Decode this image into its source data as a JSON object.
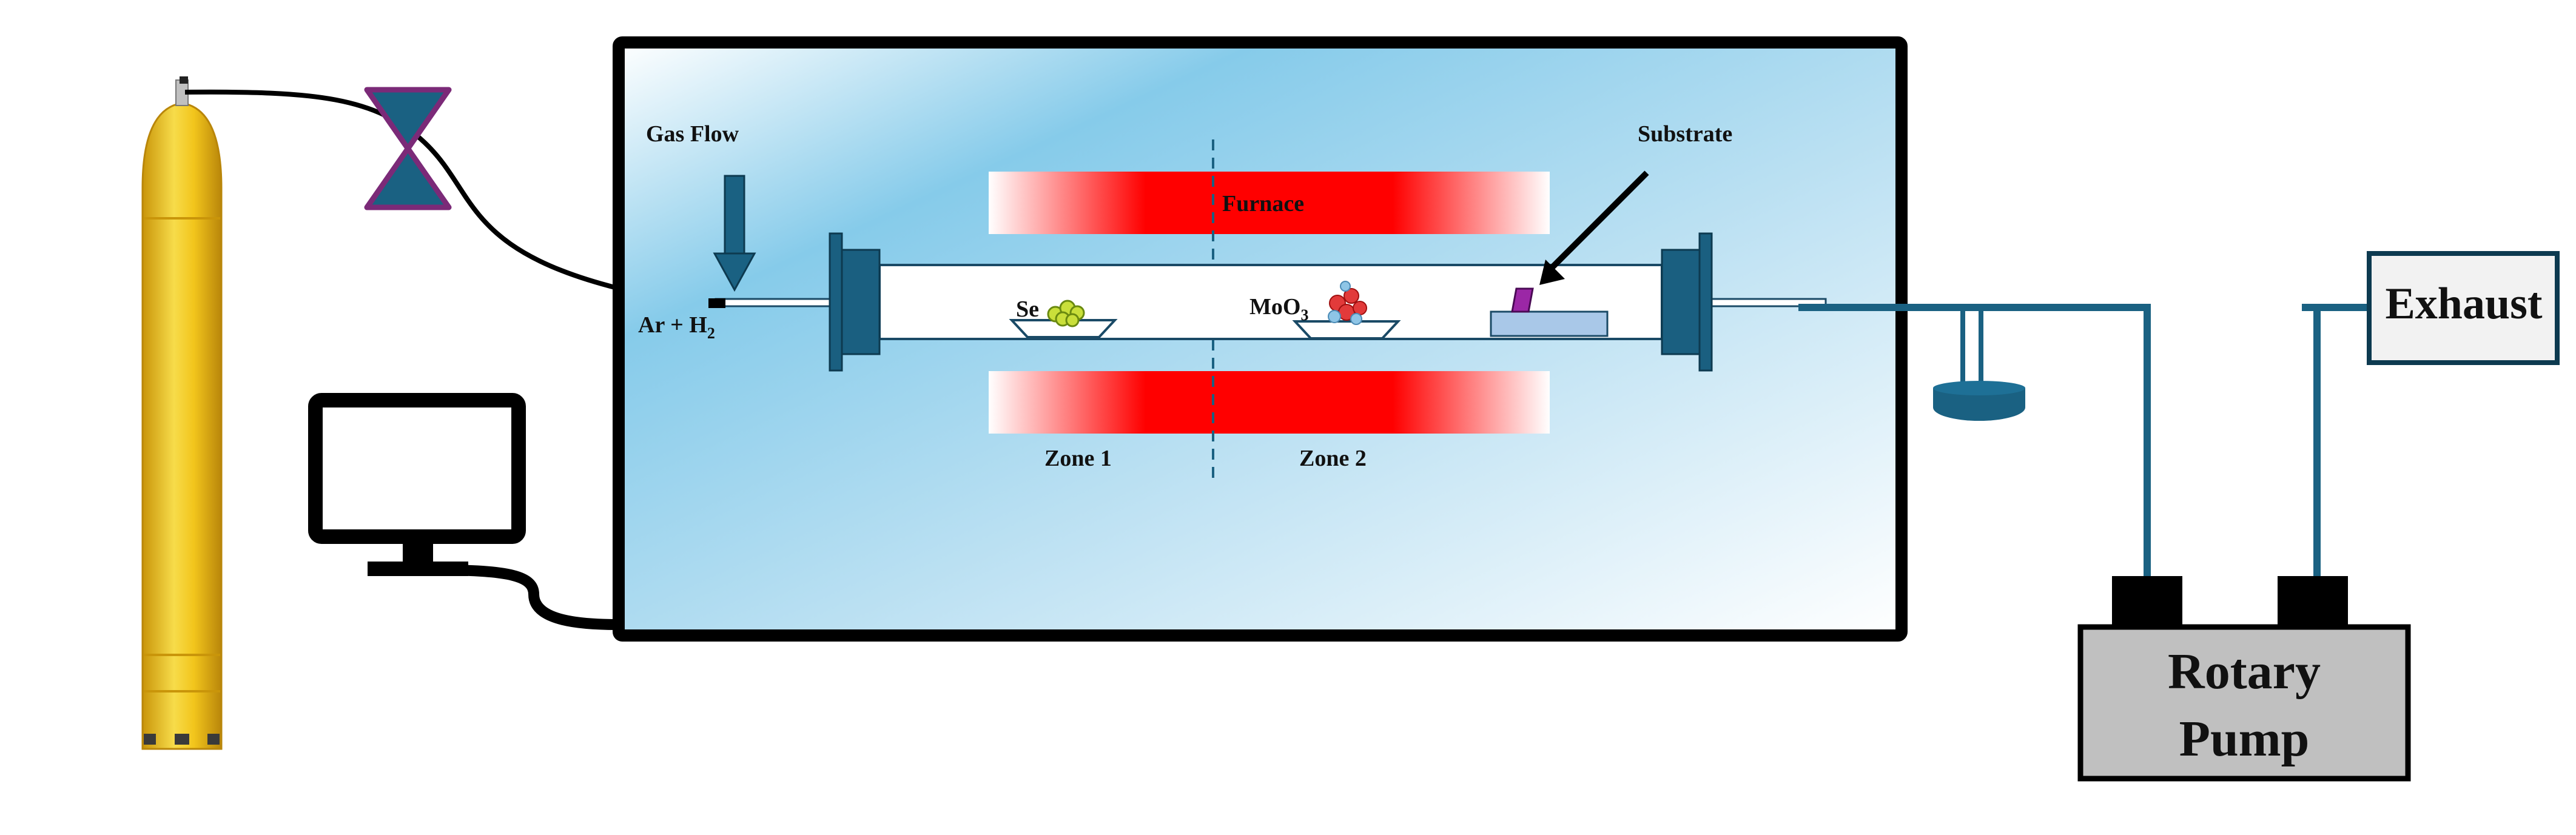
{
  "labels": {
    "gas_flow": "Gas Flow",
    "ar_h2": "Ar + H",
    "ar_h2_sub": "2",
    "furnace": "Furnace",
    "substrate": "Substrate",
    "se": "Se",
    "moo3": "MoO",
    "moo3_sub": "3",
    "zone1": "Zone 1",
    "zone2": "Zone 2",
    "exhaust": "Exhaust",
    "pump_line1": "Rotary",
    "pump_line2": "Pump"
  },
  "colors": {
    "pipe": "#1a6182",
    "flange": "#1a5f80",
    "heater_hot": "#ff0000",
    "cylinder": "#f2c51c",
    "valve_fill": "#1a6182",
    "valve_stroke": "#7b2a78",
    "substrate_sample": "#9b27a6",
    "substrate_holder": "#a9c8e8",
    "pump_body": "#c0c0c0",
    "furnace_bg_a": "#82c9ea",
    "furnace_bg_b": "#ffffff"
  }
}
